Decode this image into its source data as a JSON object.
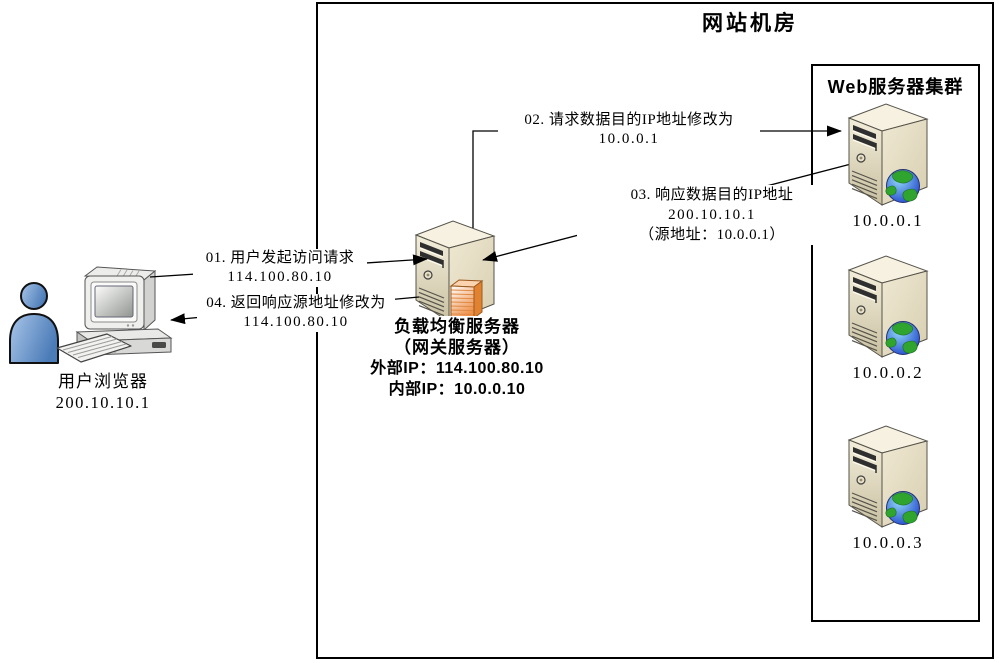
{
  "title": "网站机房",
  "cluster": {
    "title": "Web服务器集群",
    "servers": [
      {
        "ip": "10.0.0.1"
      },
      {
        "ip": "10.0.0.2"
      },
      {
        "ip": "10.0.0.3"
      }
    ]
  },
  "load_balancer": {
    "title": "负载均衡服务器",
    "subtitle": "（网关服务器）",
    "external_ip": "外部IP：114.100.80.10",
    "internal_ip": "内部IP：10.0.0.10"
  },
  "client": {
    "name": "用户浏览器",
    "ip": "200.10.10.1"
  },
  "flows": {
    "f01": {
      "line1": "01. 用户发起访问请求",
      "line2": "114.100.80.10"
    },
    "f02": {
      "line1": "02. 请求数据目的IP地址修改为",
      "line2": "10.0.0.1"
    },
    "f03": {
      "line1": "03. 响应数据目的IP地址",
      "line2": "200.10.10.1",
      "line3": "（源地址：10.0.0.1）"
    },
    "f04": {
      "line1": "04. 返回响应源地址修改为",
      "line2": "114.100.80.10"
    }
  },
  "icons": {
    "user": "person-icon",
    "client_computer": "desktop-computer-icon",
    "web_server": "server-tower-globe-icon",
    "load_balancer": "server-tower-firewall-icon"
  },
  "colors": {
    "line": "#000000",
    "server_beige": "#ece4cb",
    "firewall_orange": "#f0914a",
    "person_blue": "#6f9ed2",
    "globe_green": "#2fa42f",
    "globe_blue": "#2a52d8"
  }
}
